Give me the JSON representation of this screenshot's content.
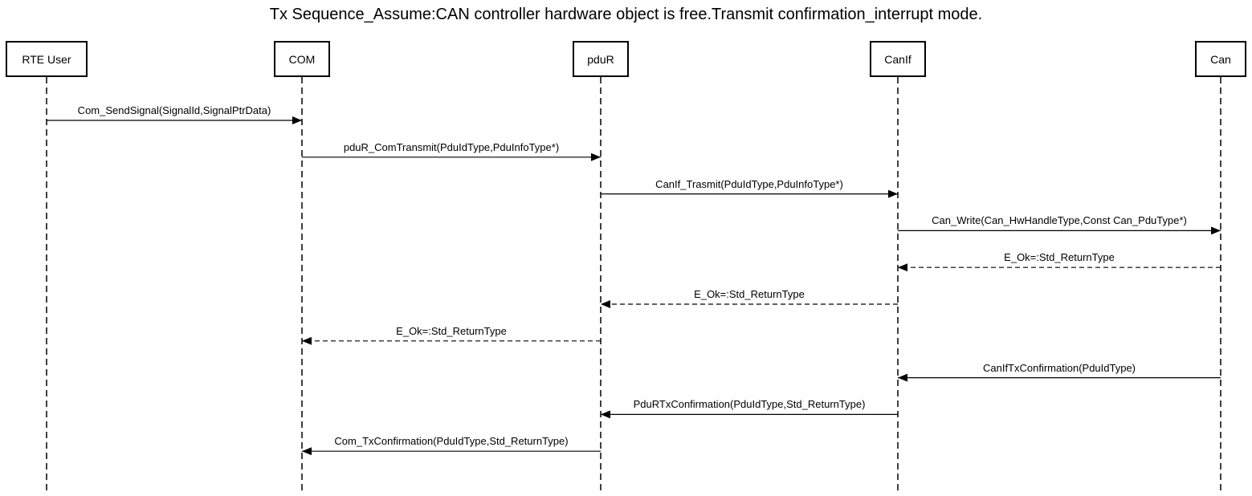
{
  "title": "Tx Sequence_Assume:CAN controller hardware object is free.Transmit confirmation_interrupt mode.",
  "participants": [
    {
      "label": "RTE User"
    },
    {
      "label": "COM"
    },
    {
      "label": "pduR"
    },
    {
      "label": "CanIf"
    },
    {
      "label": "Can"
    }
  ],
  "messages": [
    {
      "from": 0,
      "to": 1,
      "kind": "call",
      "label": "Com_SendSignal(SignalId,SignalPtrData)"
    },
    {
      "from": 1,
      "to": 2,
      "kind": "call",
      "label": "pduR_ComTransmit(PduIdType,PduInfoType*)"
    },
    {
      "from": 2,
      "to": 3,
      "kind": "call",
      "label": "CanIf_Trasmit(PduIdType,PduInfoType*)"
    },
    {
      "from": 3,
      "to": 4,
      "kind": "call",
      "label": "Can_Write(Can_HwHandleType,Const Can_PduType*)"
    },
    {
      "from": 4,
      "to": 3,
      "kind": "return",
      "label": "E_Ok=:Std_ReturnType"
    },
    {
      "from": 3,
      "to": 2,
      "kind": "return",
      "label": "E_Ok=:Std_ReturnType"
    },
    {
      "from": 2,
      "to": 1,
      "kind": "return",
      "label": "E_Ok=:Std_ReturnType"
    },
    {
      "from": 4,
      "to": 3,
      "kind": "call",
      "label": "CanIfTxConfirmation(PduIdType)"
    },
    {
      "from": 3,
      "to": 2,
      "kind": "call",
      "label": "PduRTxConfirmation(PduIdType,Std_ReturnType)"
    },
    {
      "from": 2,
      "to": 1,
      "kind": "call",
      "label": "Com_TxConfirmation(PduIdType,Std_ReturnType)"
    }
  ]
}
